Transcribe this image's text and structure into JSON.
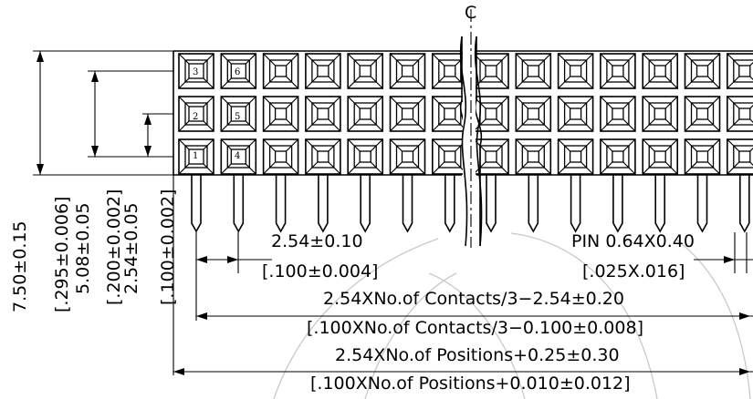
{
  "centerline_symbol": "C",
  "pin_numbers": [
    "1",
    "2",
    "3",
    "4",
    "5",
    "6"
  ],
  "height_dimensions": [
    {
      "metric": "7.50±0.15",
      "imperial": "[.295±0.006]"
    },
    {
      "metric": "5.08±0.05",
      "imperial": "[.200±0.002]"
    },
    {
      "metric": "2.54±0.05",
      "imperial": "[.100±0.002]"
    }
  ],
  "pitch": {
    "metric": "2.54±0.10",
    "imperial": "[.100±0.004]"
  },
  "pin_size": {
    "metric": "PIN  0.64X0.40",
    "imperial": "[.025X.016]"
  },
  "contacts_span": {
    "metric": "2.54XNo.of  Contacts/3−2.54±0.20",
    "imperial": "[.100XNo.of  Contacts/3−0.100±0.008]"
  },
  "overall_length": {
    "metric": "2.54XNo.of  Positions+0.25±0.30",
    "imperial": "[.100XNo.of  Positions+0.010±0.012]"
  }
}
